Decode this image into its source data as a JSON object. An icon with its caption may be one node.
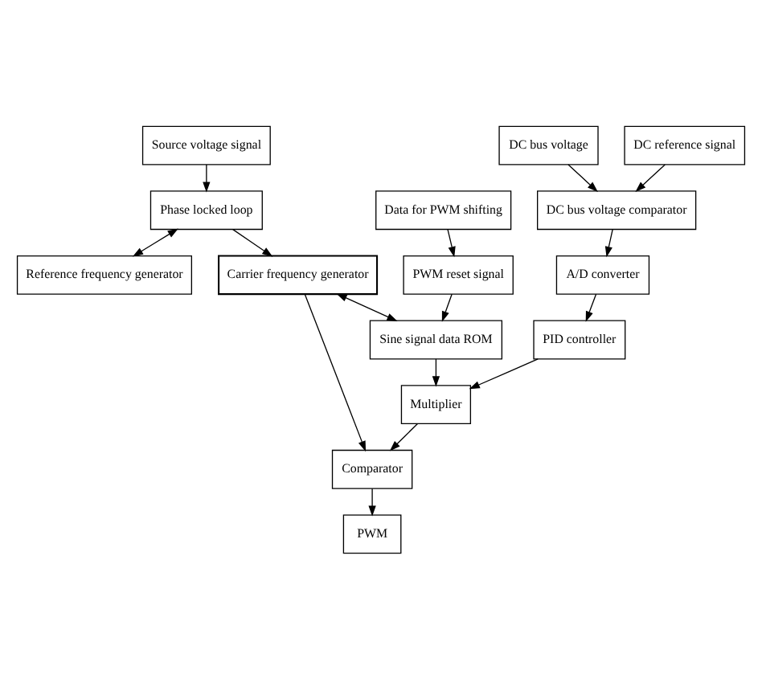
{
  "diagram": {
    "nodes": [
      {
        "text": [
          "Source voltage signal"
        ]
      },
      {
        "text": [
          "Phase locked loop"
        ]
      },
      {
        "text": [
          "PWM"
        ]
      },
      {
        "text": [
          "Reference frequency generator"
        ]
      },
      {
        "text": [
          "Carrier frequency generator"
        ]
      },
      {
        "text": [
          "Comparator"
        ]
      },
      {
        "text": [
          "Sine signal data ROM"
        ]
      },
      {
        "text": [
          "Multiplier"
        ]
      },
      {
        "text": [
          "PID controller"
        ]
      },
      {
        "text": [
          "PWM reset signal"
        ]
      },
      {
        "text": [
          "A/D converter"
        ]
      },
      {
        "text": [
          "Data for PWM shifting"
        ]
      },
      {
        "text": [
          "DC bus voltage comparator"
        ]
      },
      {
        "text": [
          "DC bus voltage"
        ]
      },
      {
        "text": [
          "DC reference signal"
        ]
      }
    ],
    "edges": [
      {
        "from": 0,
        "to": 1,
        "arrow": "to"
      },
      {
        "from": 1,
        "to": 3,
        "arrow": "both"
      },
      {
        "from": 1,
        "to": 4,
        "arrow": "to"
      },
      {
        "from": 4,
        "to": 6,
        "arrow": "both"
      },
      {
        "from": 4,
        "to": 5,
        "arrow": "to"
      },
      {
        "from": 5,
        "to": 2,
        "arrow": "to"
      },
      {
        "from": 6,
        "to": 7,
        "arrow": "to"
      },
      {
        "from": 7,
        "to": 5,
        "arrow": "to"
      },
      {
        "from": 9,
        "to": 6,
        "arrow": "to"
      },
      {
        "from": 11,
        "to": 9,
        "arrow": "to"
      },
      {
        "from": 8,
        "to": 7,
        "arrow": "to"
      },
      {
        "from": 10,
        "to": 8,
        "arrow": "to"
      },
      {
        "from": 12,
        "to": 10,
        "arrow": "to"
      },
      {
        "from": 13,
        "to": 12,
        "arrow": "to"
      },
      {
        "from": 14,
        "to": 12,
        "arrow": "to"
      }
    ]
  }
}
